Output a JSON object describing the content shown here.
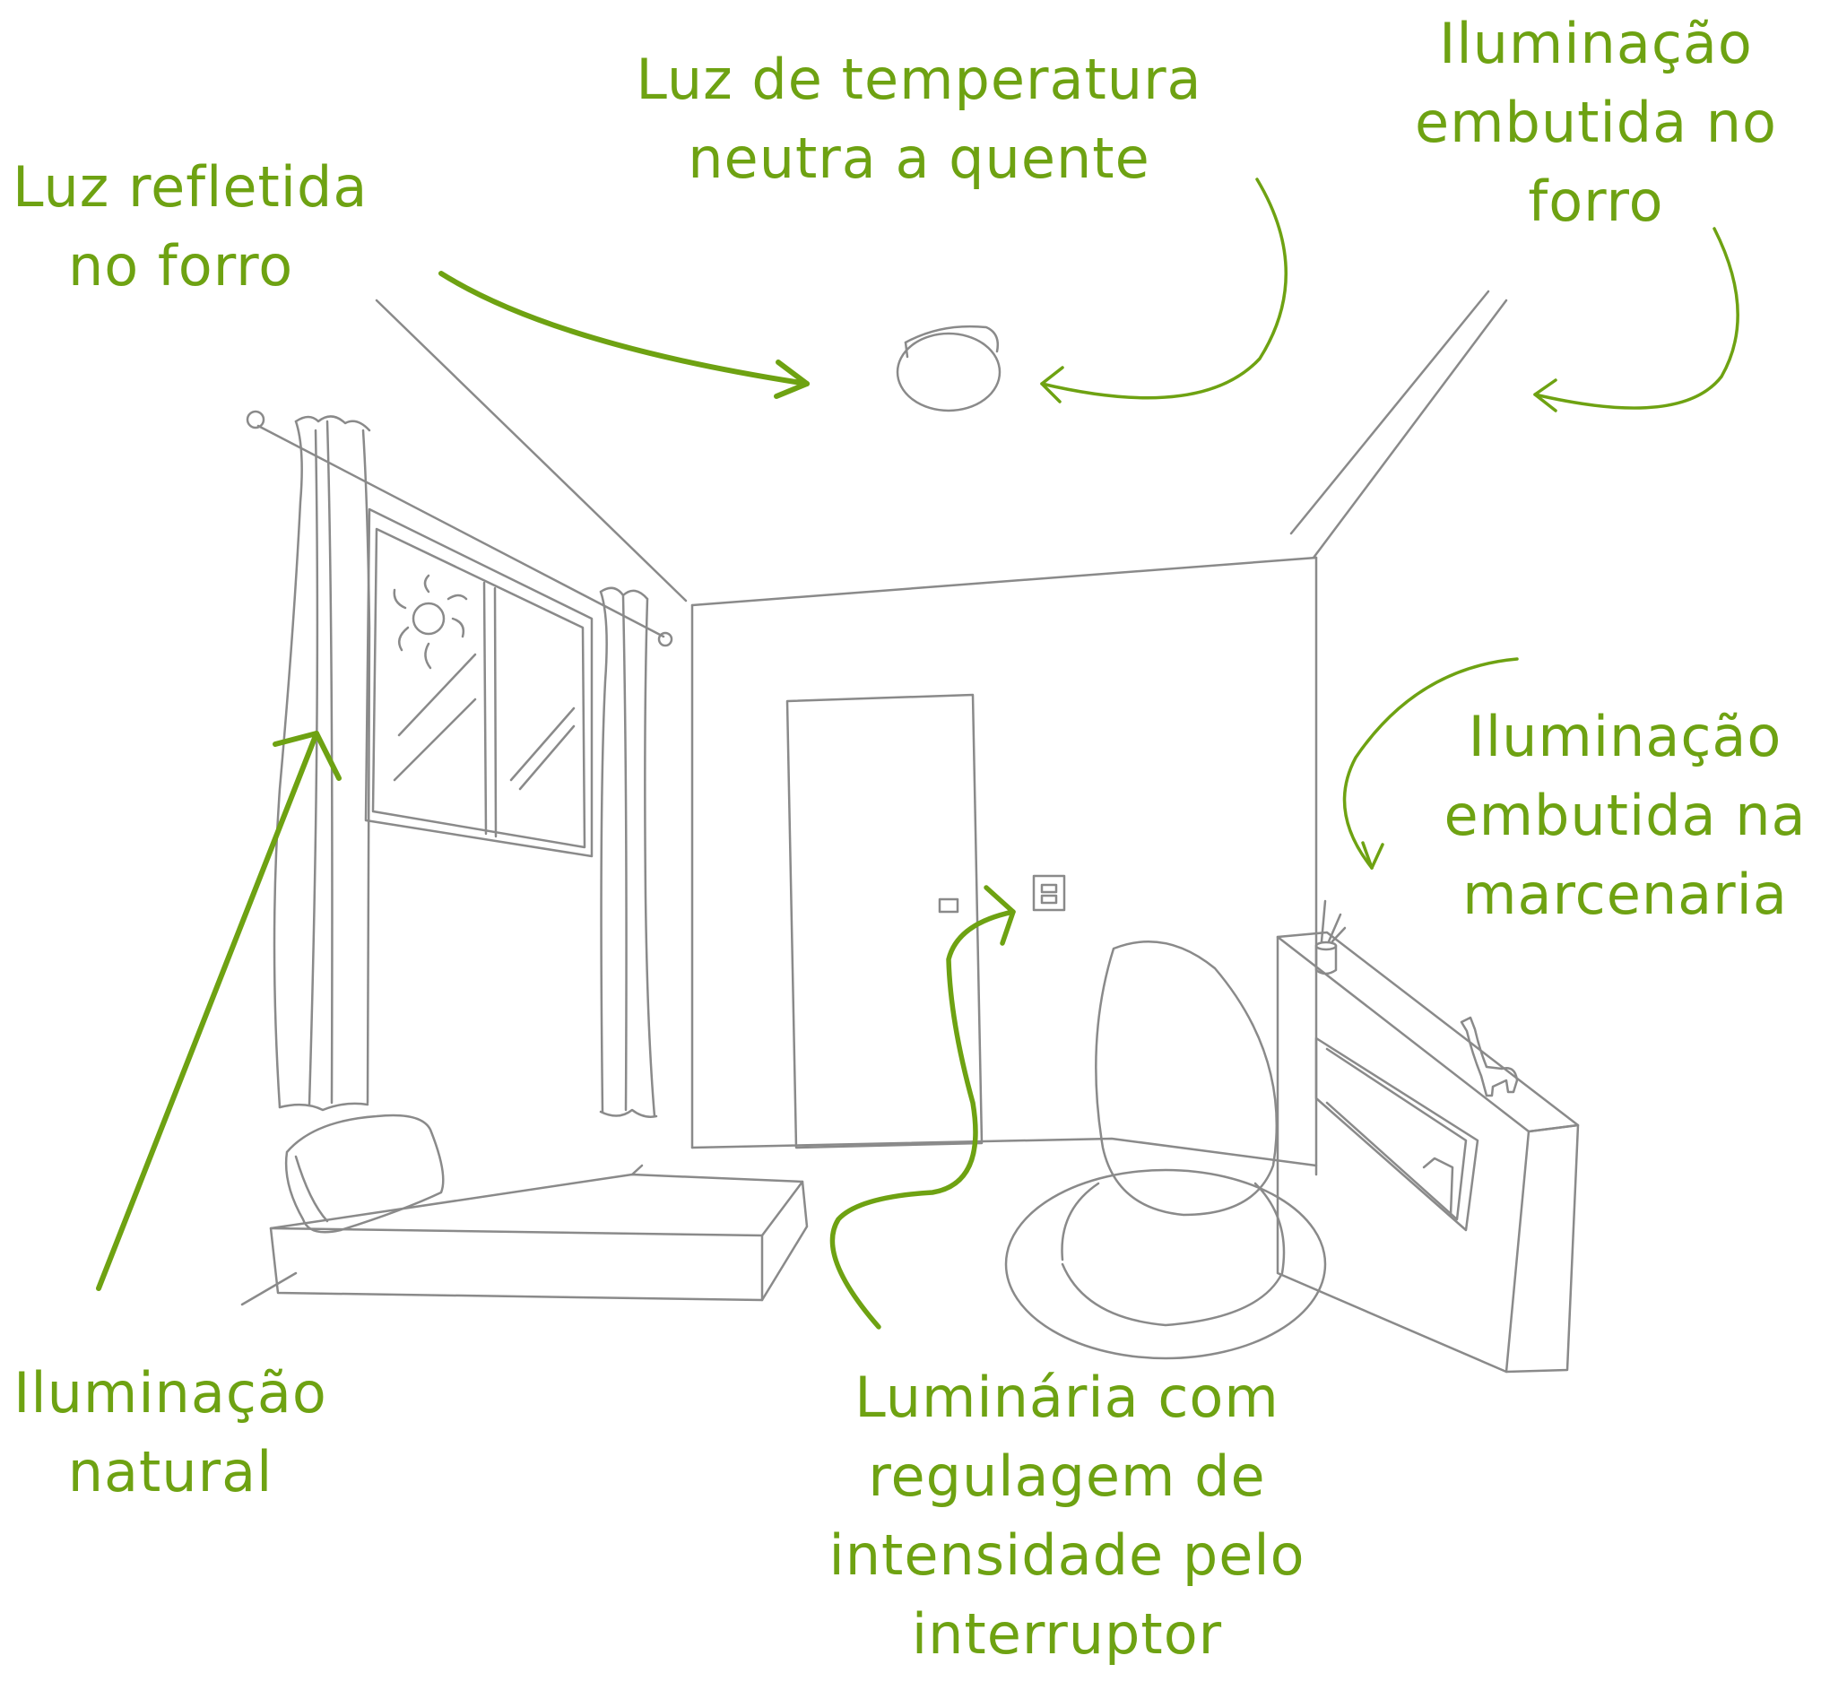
{
  "accent_color": "#6ea212",
  "sketch_color": "#8a8a8a",
  "labels": {
    "luz_refletida": {
      "lines": [
        "Luz refletida",
        "no forro"
      ]
    },
    "luz_temperatura": {
      "lines": [
        "Luz de temperatura",
        "neutra a quente"
      ]
    },
    "iluminacao_forro": {
      "lines": [
        "Iluminação",
        "embutida no",
        "forro"
      ]
    },
    "iluminacao_marcenaria": {
      "lines": [
        "Iluminação",
        "embutida na",
        "marcenaria"
      ]
    },
    "iluminacao_natural": {
      "lines": [
        "Iluminação",
        "natural"
      ]
    },
    "luminaria_regulagem": {
      "lines": [
        "Luminária com",
        "regulagem de",
        "intensidade pelo",
        "interruptor"
      ]
    }
  }
}
